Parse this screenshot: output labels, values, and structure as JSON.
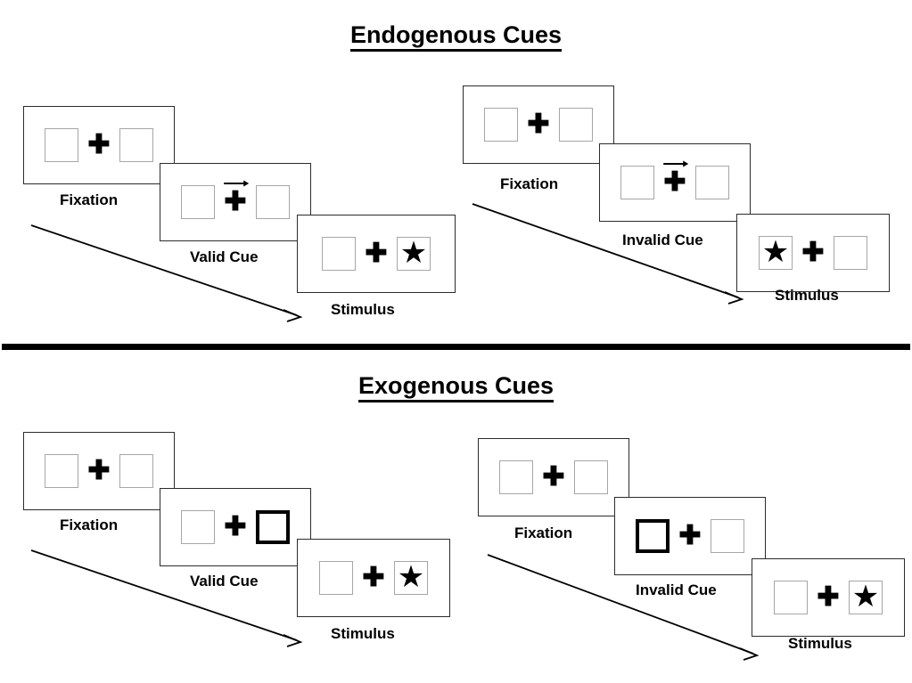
{
  "figure": {
    "sections": [
      {
        "id": "endogenous",
        "title": "Endogenous Cues",
        "sequences": [
          {
            "id": "endogenous-valid",
            "frames": [
              {
                "caption": "Fixation",
                "cue_type": "none",
                "cue_side": "none",
                "target_side": "none",
                "left_box": "empty",
                "right_box": "empty"
              },
              {
                "caption": "Valid Cue",
                "cue_type": "arrow",
                "cue_side": "right",
                "target_side": "none",
                "left_box": "empty",
                "right_box": "empty"
              },
              {
                "caption": "Stimulus",
                "cue_type": "none",
                "cue_side": "none",
                "target_side": "right",
                "left_box": "empty",
                "right_box": "star"
              }
            ]
          },
          {
            "id": "endogenous-invalid",
            "frames": [
              {
                "caption": "Fixation",
                "cue_type": "none",
                "cue_side": "none",
                "target_side": "none",
                "left_box": "empty",
                "right_box": "empty"
              },
              {
                "caption": "Invalid Cue",
                "cue_type": "arrow",
                "cue_side": "right",
                "target_side": "none",
                "left_box": "empty",
                "right_box": "empty"
              },
              {
                "caption": "Stimulus",
                "cue_type": "none",
                "cue_side": "none",
                "target_side": "left",
                "left_box": "star",
                "right_box": "empty"
              }
            ]
          }
        ]
      },
      {
        "id": "exogenous",
        "title": "Exogenous Cues",
        "sequences": [
          {
            "id": "exogenous-valid",
            "frames": [
              {
                "caption": "Fixation",
                "cue_type": "none",
                "cue_side": "none",
                "target_side": "none",
                "left_box": "empty",
                "right_box": "empty"
              },
              {
                "caption": "Valid Cue",
                "cue_type": "box-flash",
                "cue_side": "right",
                "target_side": "none",
                "left_box": "empty",
                "right_box": "cued"
              },
              {
                "caption": "Stimulus",
                "cue_type": "none",
                "cue_side": "none",
                "target_side": "right",
                "left_box": "empty",
                "right_box": "star"
              }
            ]
          },
          {
            "id": "exogenous-invalid",
            "frames": [
              {
                "caption": "Fixation",
                "cue_type": "none",
                "cue_side": "none",
                "target_side": "none",
                "left_box": "empty",
                "right_box": "empty"
              },
              {
                "caption": "Invalid Cue",
                "cue_type": "box-flash",
                "cue_side": "left",
                "target_side": "none",
                "left_box": "cued",
                "right_box": "empty"
              },
              {
                "caption": "Stimulus",
                "cue_type": "none",
                "cue_side": "none",
                "target_side": "right",
                "left_box": "empty",
                "right_box": "star"
              }
            ]
          }
        ]
      }
    ],
    "glyphs": {
      "fixation_cross": "✚",
      "target_star": "★"
    },
    "colors": {
      "panel_border": "#2b2b2b",
      "box_border": "#a6a6a6",
      "cued_box_border": "#000000",
      "ink": "#000000",
      "background": "#ffffff"
    },
    "time_arrows": {
      "count": 4,
      "direction": "down-right",
      "meaning": "time"
    }
  }
}
